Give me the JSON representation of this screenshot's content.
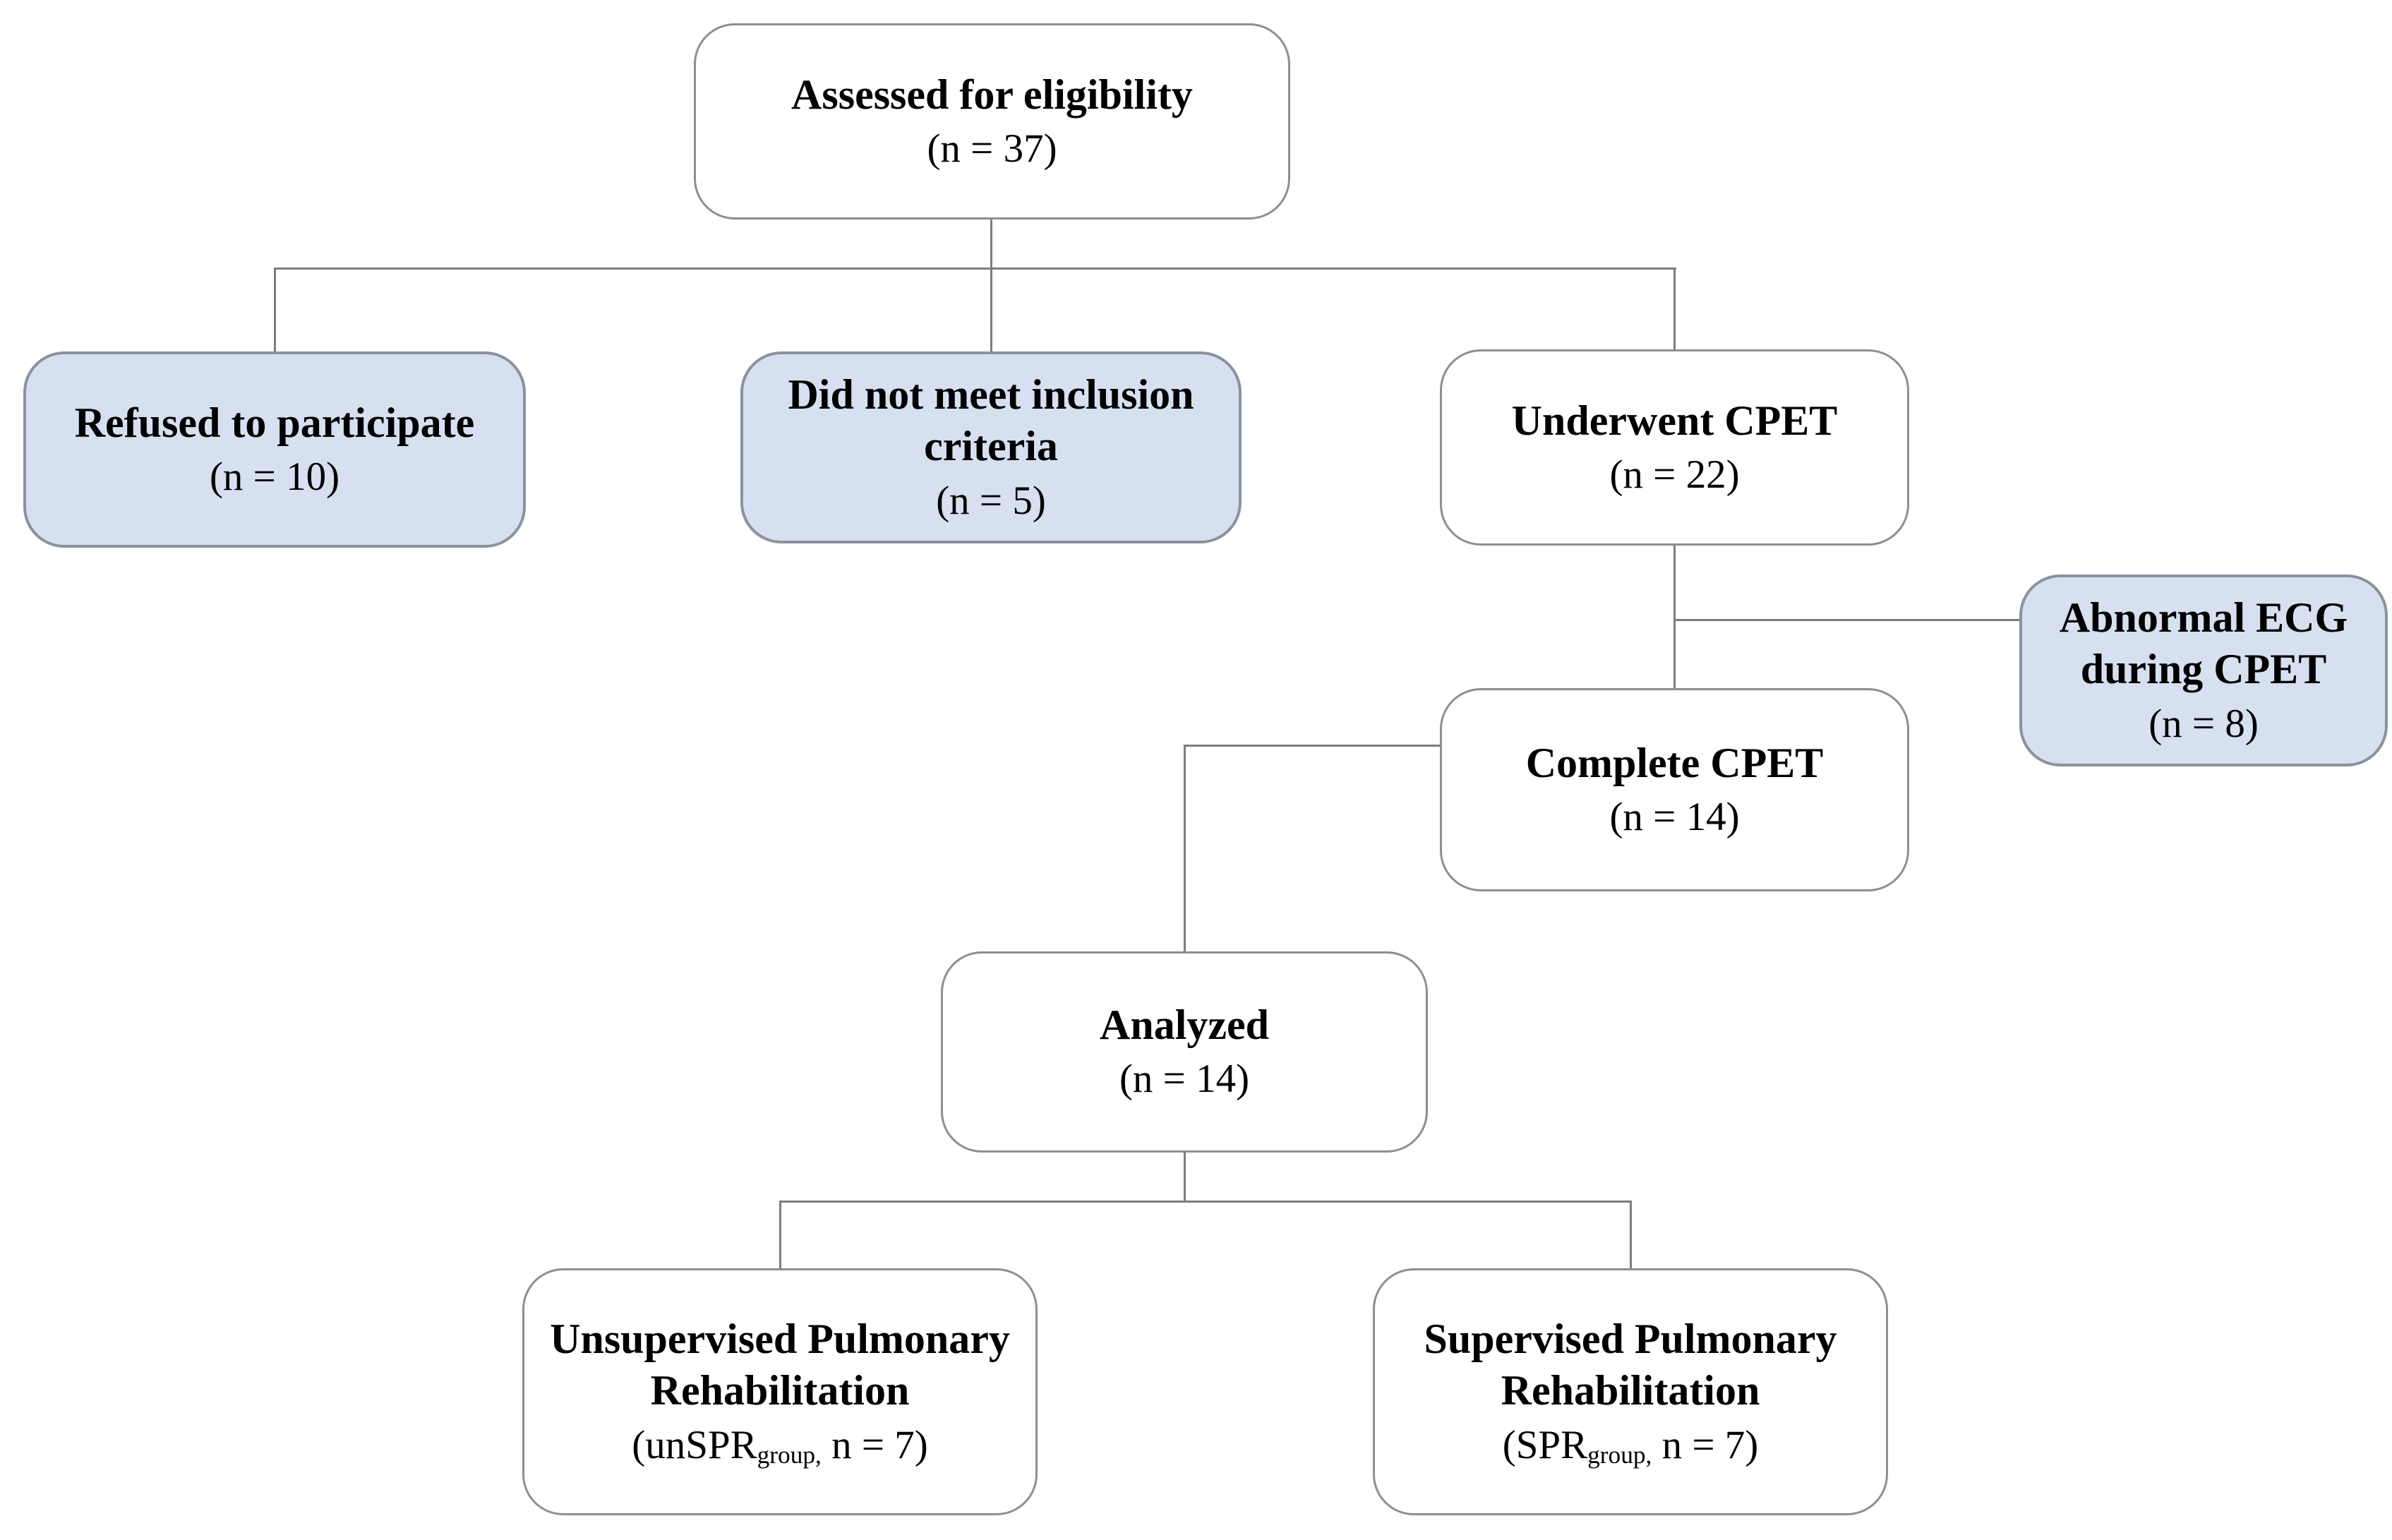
{
  "diagram": {
    "type": "flowchart",
    "description": "Participant flow diagram (CONSORT-style) for a pulmonary rehabilitation study",
    "colors": {
      "background": "#ffffff",
      "highlight_box_fill": "#d6e0f0",
      "highlight_box_border": "#8a929c",
      "plain_box_fill": "#ffffff",
      "plain_box_border": "#8f8f8f",
      "connector_line": "#7d7d7d",
      "text": "#000000"
    },
    "nodes": {
      "assessed": {
        "title": "Assessed for eligibility",
        "count": "(n = 37)"
      },
      "refused": {
        "title": "Refused to participate",
        "count": "(n = 10)"
      },
      "excluded": {
        "title": "Did not meet inclusion criteria",
        "count": "(n = 5)"
      },
      "underwent": {
        "title": "Underwent CPET",
        "count": "(n = 22)"
      },
      "abnormal": {
        "title": "Abnormal ECG during CPET",
        "count": "(n = 8)"
      },
      "complete": {
        "title": "Complete CPET",
        "count": "(n = 14)"
      },
      "analyzed": {
        "title": "Analyzed",
        "count": "(n = 14)"
      },
      "unsupervised": {
        "title": "Unsupervised Pulmonary Rehabilitation",
        "count_prefix": "(unSPR",
        "count_sub": "group,",
        "count_suffix": " n = 7)"
      },
      "supervised": {
        "title": "Supervised Pulmonary Rehabilitation",
        "count_prefix": "(SPR",
        "count_sub": "group,",
        "count_suffix": " n = 7)"
      }
    },
    "edges": [
      {
        "from": "assessed",
        "to": "refused"
      },
      {
        "from": "assessed",
        "to": "excluded"
      },
      {
        "from": "assessed",
        "to": "underwent"
      },
      {
        "from": "underwent",
        "to": "abnormal"
      },
      {
        "from": "underwent",
        "to": "complete"
      },
      {
        "from": "complete",
        "to": "analyzed"
      },
      {
        "from": "analyzed",
        "to": "unsupervised"
      },
      {
        "from": "analyzed",
        "to": "supervised"
      }
    ]
  }
}
